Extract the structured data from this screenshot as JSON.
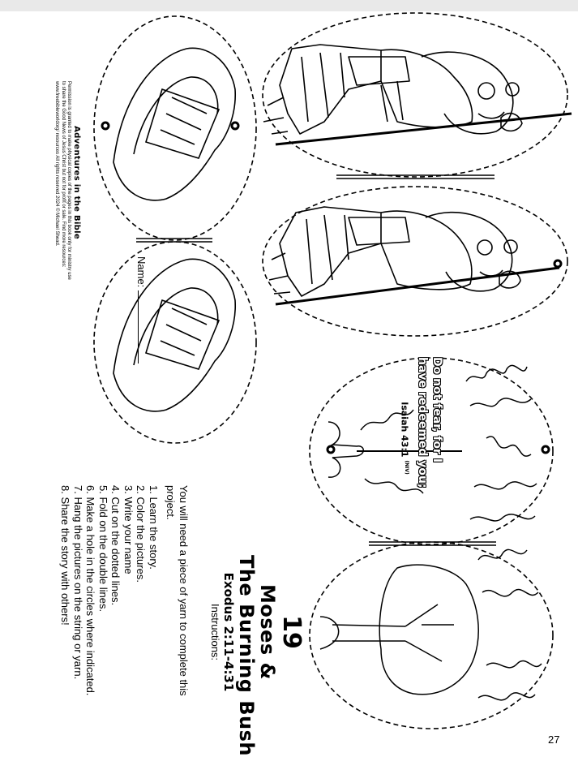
{
  "lesson": {
    "number": "19",
    "title_line1": "Moses &",
    "title_line2": "The Burning Bush",
    "scripture_ref": "Exodus 2:11-4:31",
    "instructions_heading": "Instructions:"
  },
  "instructions": {
    "intro": "You will need a piece of yarn to complete this project.",
    "steps": [
      "1. Learn the story.",
      "2. Color the pictures.",
      "3. Write your name",
      "4. Cut on the dotted lines.",
      "5. Fold on the double lines.",
      "6. Make a hole in the circles where indicated.",
      "7. Hang the pictures on the string or yarn.",
      "8. Share the story with others!"
    ]
  },
  "verse": {
    "line1": "Do not fear, for I",
    "line2": "have redeemed you;",
    "reference": "Isaiah 43:1",
    "version": "(NIV)"
  },
  "footer": {
    "brand": "Adventures in the Bible",
    "permission": "Permission is granted to make physical copies of the pages in this book only for ministry use to share the Good News of Jesus Christ but not for profit or sale. Find more resources: www.freebibleworldorg/ resources All rights reserved 2024 © Michael Shead.",
    "name_label": "Name:"
  },
  "page_number": "27"
}
